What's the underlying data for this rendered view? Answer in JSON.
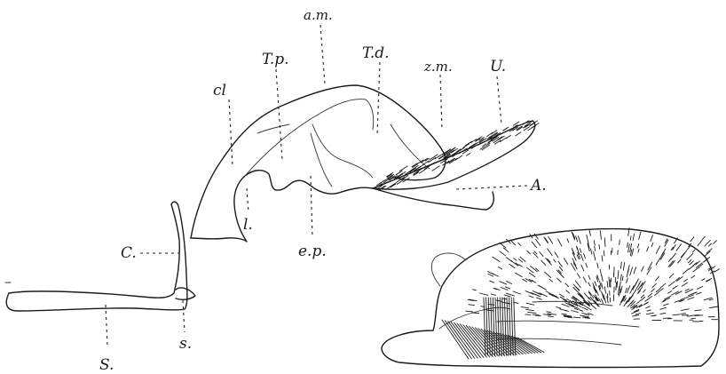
{
  "figure": {
    "labels": {
      "am": "a.m.",
      "tp": "T.p.",
      "td": "T.d.",
      "cl": "cl",
      "zm": "z.m.",
      "u": "U.",
      "a": "A.",
      "l": "l.",
      "ep": "e.p.",
      "c": "C.",
      "s_small": "s.",
      "s_big": "S."
    }
  }
}
